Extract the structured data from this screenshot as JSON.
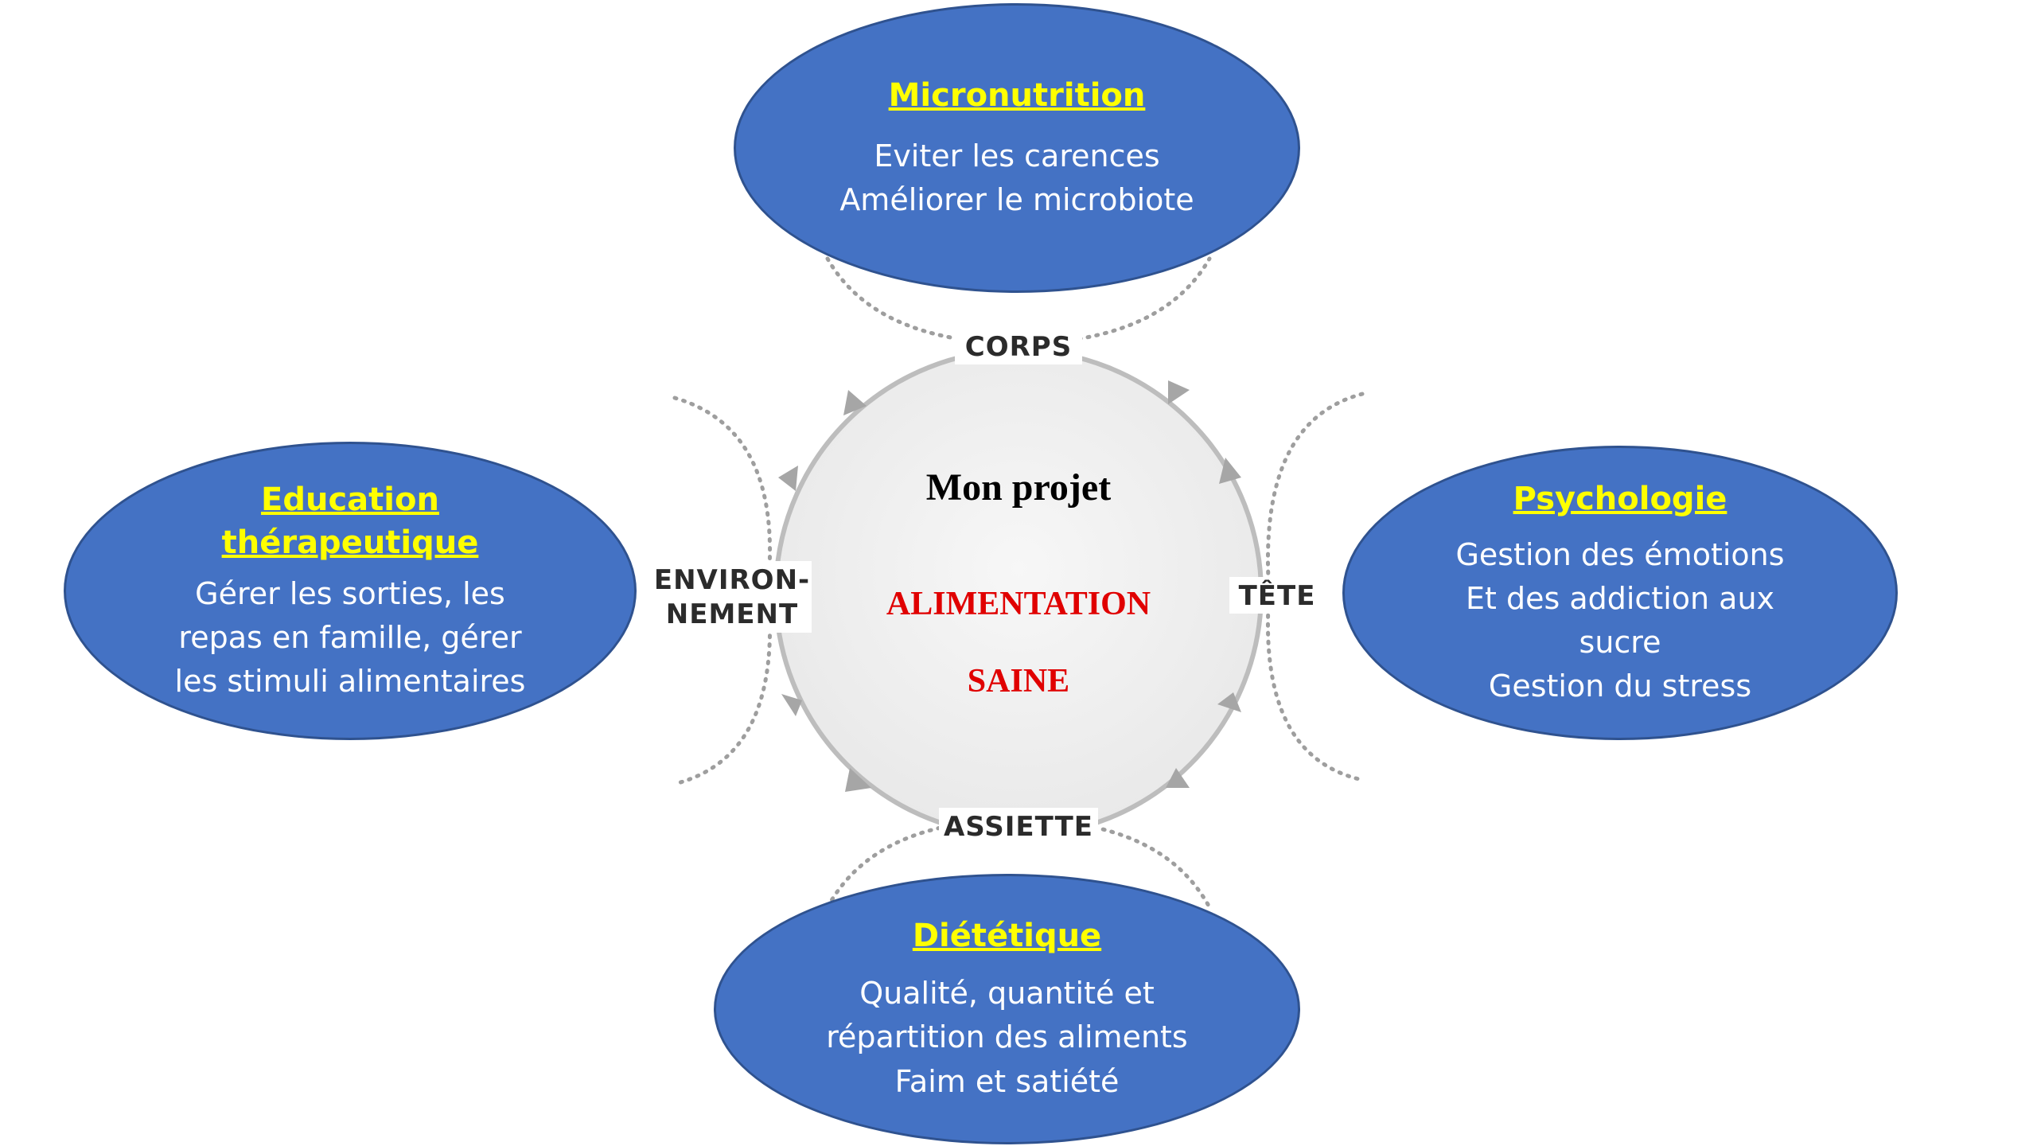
{
  "colors": {
    "ellipse_fill": "#4472c4",
    "ellipse_border": "#2f528f",
    "ellipse_title": "#ffff00",
    "ellipse_text": "#ffffff",
    "center_accent": "#e00000",
    "ring": "#bdbdbd",
    "arrows": "#a6a6a6"
  },
  "center": {
    "title": "Mon projet",
    "line1": "ALIMENTATION",
    "line2": "SAINE"
  },
  "ring_labels": {
    "top": "CORPS",
    "right": "TÊTE",
    "bottom": "ASSIETTE",
    "left_line1": "ENVIRON-",
    "left_line2": "NEMENT"
  },
  "ellipses": {
    "top": {
      "title": "Micronutrition",
      "lines": [
        "Eviter les carences",
        "Améliorer le microbiote"
      ]
    },
    "left": {
      "title_line1": "Education",
      "title_line2": "thérapeutique",
      "lines": [
        "Gérer les sorties, les",
        "repas en famille, gérer",
        "les stimuli alimentaires"
      ]
    },
    "right": {
      "title": "Psychologie",
      "lines": [
        "Gestion des émotions",
        "Et des addiction aux",
        "sucre",
        "Gestion du stress"
      ]
    },
    "bottom": {
      "title": "Diététique",
      "lines": [
        "Qualité, quantité et",
        "répartition des aliments",
        "Faim et satiété"
      ]
    }
  }
}
